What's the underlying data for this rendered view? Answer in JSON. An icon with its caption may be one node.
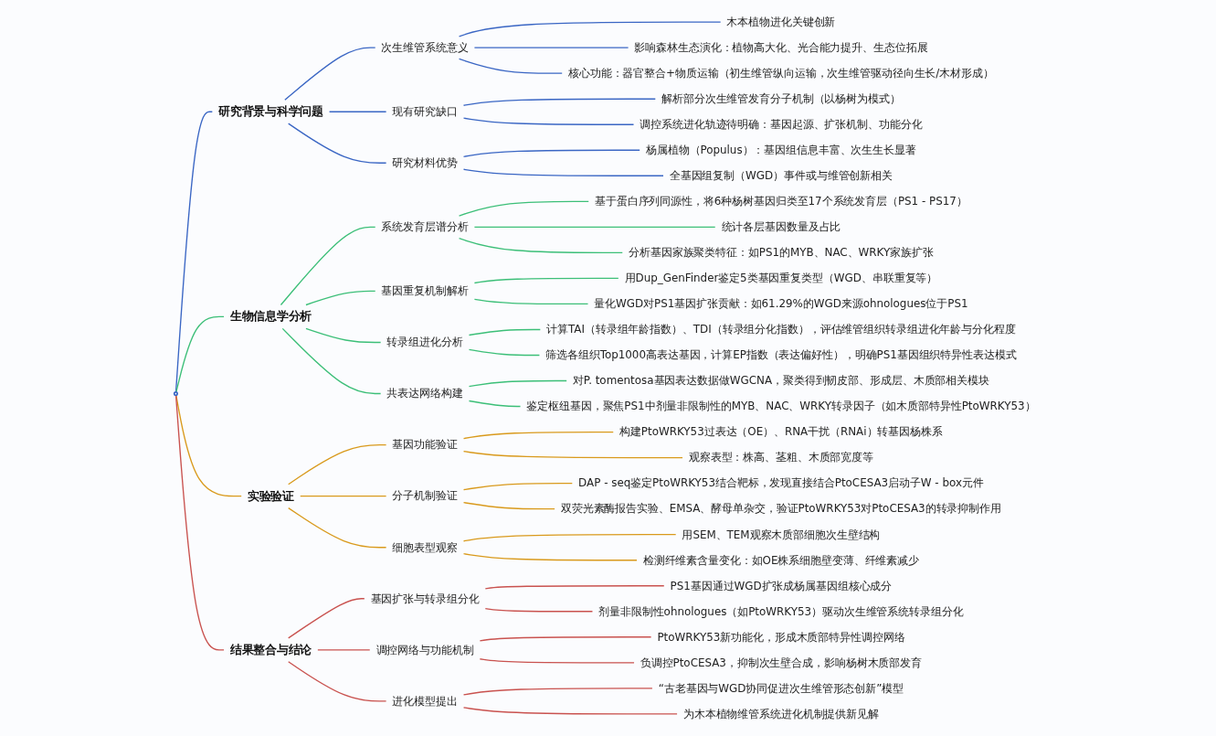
{
  "diagram": {
    "nodes": [
      {
        "text": [],
        "shape": "circle"
      },
      {
        "text": [
          "研究背景与科学问题"
        ]
      },
      {
        "text": [
          "次生维管系统意义"
        ]
      },
      {
        "text": [
          "木本植物进化关键创新"
        ]
      },
      {
        "text": [
          "影响森林生态演化：植物高大化、光合能力提升、生态位拓展"
        ]
      },
      {
        "text": [
          "核心功能：器官整合+物质运输（初生维管纵向运输，次生维管驱动径向生长/木材形成）"
        ]
      },
      {
        "text": [
          "现有研究缺口"
        ]
      },
      {
        "text": [
          "解析部分次生维管发育分子机制（以杨树为模式）"
        ]
      },
      {
        "text": [
          "调控系统进化轨迹待明确：基因起源、扩张机制、功能分化"
        ]
      },
      {
        "text": [
          "研究材料优势"
        ]
      },
      {
        "text": [
          "杨属植物（Populus）：基因组信息丰富、次生生长显著"
        ]
      },
      {
        "text": [
          "全基因组复制（WGD）事件或与维管创新相关"
        ]
      },
      {
        "text": [
          "生物信息学分析"
        ]
      },
      {
        "text": [
          "系统发育层谱分析"
        ]
      },
      {
        "text": [
          "基于蛋白序列同源性，将6种杨树基因归类至17个系统发育层（PS1 - PS17）"
        ]
      },
      {
        "text": [
          "统计各层基因数量及占比"
        ]
      },
      {
        "text": [
          "分析基因家族聚类特征：如PS1的MYB、NAC、WRKY家族扩张"
        ]
      },
      {
        "text": [
          "基因重复机制解析"
        ]
      },
      {
        "text": [
          "用Dup_GenFinder鉴定5类基因重复类型（WGD、串联重复等）"
        ]
      },
      {
        "text": [
          "量化WGD对PS1基因扩张贡献：如61.29%的WGD来源ohnologues位于PS1"
        ]
      },
      {
        "text": [
          "转录组进化分析"
        ]
      },
      {
        "text": [
          "计算TAI（转录组年龄指数）、TDI（转录组分化指数），评估维管组织转录组进化年龄与分化程度"
        ]
      },
      {
        "text": [
          "筛选各组织Top1000高表达基因，计算EP指数（表达偏好性），明确PS1基因组织特异性表达模式"
        ]
      },
      {
        "text": [
          "共表达网络构建"
        ]
      },
      {
        "text": [
          "对P. tomentosa基因表达数据做WGCNA，聚类得到韧皮部、形成层、木质部相关模块"
        ]
      },
      {
        "text": [
          "鉴定枢纽基因，聚焦PS1中剂量非限制性的MYB、NAC、WRKY转录因子（如木质部特异性PtoWRKY53）"
        ]
      },
      {
        "text": [
          "实验验证"
        ]
      },
      {
        "text": [
          "基因功能验证"
        ]
      },
      {
        "text": [
          "构建PtoWRKY53过表达（OE）、RNA干扰（RNAi）转基因杨株系"
        ]
      },
      {
        "text": [
          "观察表型：株高、茎粗、木质部宽度等"
        ]
      },
      {
        "text": [
          "分子机制验证"
        ]
      },
      {
        "text": [
          "DAP - seq鉴定PtoWRKY53结合靶标，发现直接结合PtoCESA3启动子W - box元件"
        ]
      },
      {
        "text": [
          "双荧光素酶报告实验、EMSA、酵母单杂交，验证PtoWRKY53对PtoCESA3的转录抑制作用"
        ]
      },
      {
        "text": [
          "细胞表型观察"
        ]
      },
      {
        "text": [
          "用SEM、TEM观察木质部细胞次生壁结构"
        ]
      },
      {
        "text": [
          "检测纤维素含量变化：如OE株系细胞壁变薄、纤维素减少"
        ]
      },
      {
        "text": [
          "结果整合与结论"
        ]
      },
      {
        "text": [
          "基因扩张与转录组分化"
        ]
      },
      {
        "text": [
          "PS1基因通过WGD扩张成杨属基因组核心成分"
        ]
      },
      {
        "text": [
          "剂量非限制性ohnologues（如PtoWRKY53）驱动次生维管系统转录组分化"
        ]
      },
      {
        "text": [
          "调控网络与功能机制"
        ]
      },
      {
        "text": [
          "PtoWRKY53新功能化，形成木质部特异性调控网络"
        ]
      },
      {
        "text": [
          "负调控PtoCESA3，抑制次生壁合成，影响杨树木质部发育"
        ]
      },
      {
        "text": [
          "进化模型提出"
        ]
      },
      {
        "text": [
          "“古老基因与WGD协同促进次生维管形态创新”模型"
        ]
      },
      {
        "text": [
          "为木本植物维管系统进化机制提供新见解"
        ]
      }
    ],
    "edges": [
      {
        "from": 0,
        "to": 1,
        "arrow": "none",
        "color": "#3a66c4"
      },
      {
        "from": 1,
        "to": 2,
        "arrow": "none",
        "color": "#3a66c4"
      },
      {
        "from": 2,
        "to": 3,
        "arrow": "none",
        "color": "#3a66c4"
      },
      {
        "from": 2,
        "to": 4,
        "arrow": "none",
        "color": "#3a66c4"
      },
      {
        "from": 2,
        "to": 5,
        "arrow": "none",
        "color": "#3a66c4"
      },
      {
        "from": 1,
        "to": 6,
        "arrow": "none",
        "color": "#3a66c4"
      },
      {
        "from": 6,
        "to": 7,
        "arrow": "none",
        "color": "#3a66c4"
      },
      {
        "from": 6,
        "to": 8,
        "arrow": "none",
        "color": "#3a66c4"
      },
      {
        "from": 1,
        "to": 9,
        "arrow": "none",
        "color": "#3a66c4"
      },
      {
        "from": 9,
        "to": 10,
        "arrow": "none",
        "color": "#3a66c4"
      },
      {
        "from": 9,
        "to": 11,
        "arrow": "none",
        "color": "#3a66c4"
      },
      {
        "from": 0,
        "to": 12,
        "arrow": "none"
      },
      {
        "from": 12,
        "to": 13,
        "arrow": "none"
      },
      {
        "from": 13,
        "to": 14,
        "arrow": "none"
      },
      {
        "from": 13,
        "to": 15,
        "arrow": "none"
      },
      {
        "from": 13,
        "to": 16,
        "arrow": "none"
      },
      {
        "from": 12,
        "to": 17,
        "arrow": "none"
      },
      {
        "from": 17,
        "to": 18,
        "arrow": "none"
      },
      {
        "from": 17,
        "to": 19,
        "arrow": "none"
      },
      {
        "from": 12,
        "to": 20,
        "arrow": "none"
      },
      {
        "from": 20,
        "to": 21,
        "arrow": "none"
      },
      {
        "from": 20,
        "to": 22,
        "arrow": "none"
      },
      {
        "from": 12,
        "to": 23,
        "arrow": "none"
      },
      {
        "from": 23,
        "to": 24,
        "arrow": "none"
      },
      {
        "from": 23,
        "to": 25,
        "arrow": "none"
      },
      {
        "from": 0,
        "to": 26,
        "arrow": "none",
        "color": "#d99a1c"
      },
      {
        "from": 26,
        "to": 27,
        "arrow": "none",
        "color": "#d99a1c"
      },
      {
        "from": 27,
        "to": 28,
        "arrow": "none",
        "color": "#d99a1c"
      },
      {
        "from": 27,
        "to": 29,
        "arrow": "none",
        "color": "#d99a1c"
      },
      {
        "from": 26,
        "to": 30,
        "arrow": "none",
        "color": "#d99a1c"
      },
      {
        "from": 30,
        "to": 31,
        "arrow": "none",
        "color": "#d99a1c"
      },
      {
        "from": 30,
        "to": 32,
        "arrow": "none",
        "color": "#d99a1c"
      },
      {
        "from": 26,
        "to": 33,
        "arrow": "none",
        "color": "#d99a1c"
      },
      {
        "from": 33,
        "to": 34,
        "arrow": "none",
        "color": "#d99a1c"
      },
      {
        "from": 33,
        "to": 35,
        "arrow": "none",
        "color": "#d99a1c"
      },
      {
        "from": 0,
        "to": 36,
        "arrow": "none",
        "color": "#c9524f"
      },
      {
        "from": 36,
        "to": 37,
        "arrow": "none",
        "color": "#c9524f"
      },
      {
        "from": 37,
        "to": 38,
        "arrow": "none",
        "color": "#c9524f"
      },
      {
        "from": 37,
        "to": 39,
        "arrow": "none",
        "color": "#c9524f"
      },
      {
        "from": 36,
        "to": 40,
        "arrow": "none",
        "color": "#c9524f"
      },
      {
        "from": 40,
        "to": 41,
        "arrow": "none",
        "color": "#c9524f"
      },
      {
        "from": 40,
        "to": 42,
        "arrow": "none",
        "color": "#c9524f"
      },
      {
        "from": 36,
        "to": 43,
        "arrow": "none",
        "color": "#c9524f"
      },
      {
        "from": 43,
        "to": 44,
        "arrow": "none",
        "color": "#c9524f"
      },
      {
        "from": 43,
        "to": 45,
        "arrow": "none",
        "color": "#c9524f"
      }
    ]
  }
}
